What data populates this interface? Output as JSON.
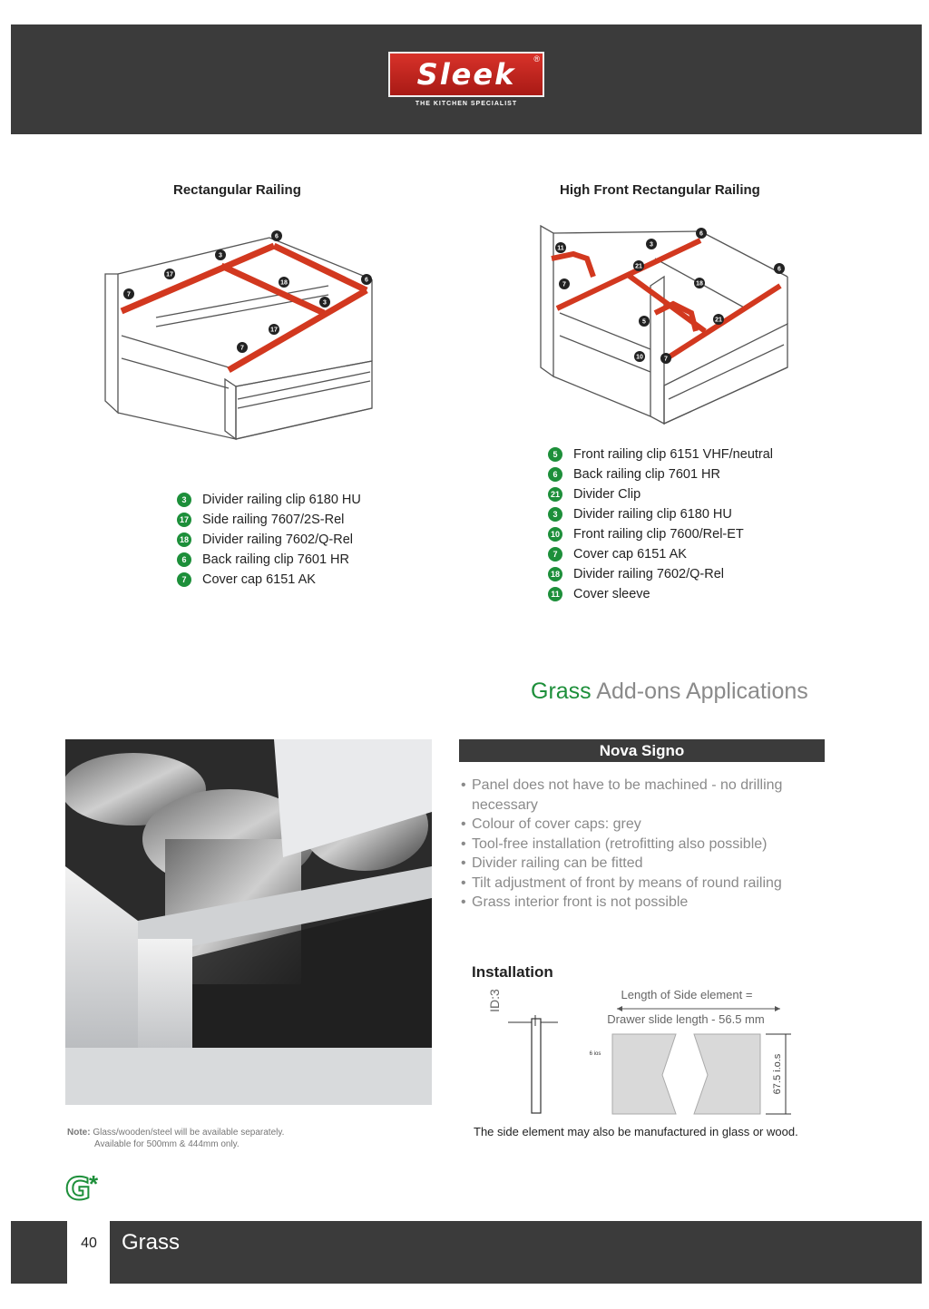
{
  "header": {
    "logo_text": "Sleek",
    "logo_registered": "®",
    "tagline": "THE KITCHEN SPECIALIST"
  },
  "left_section": {
    "title": "Rectangular Railing",
    "legend": [
      {
        "num": "3",
        "label": "Divider railing clip 6180 HU"
      },
      {
        "num": "17",
        "label": "Side railing 7607/2S-Rel"
      },
      {
        "num": "18",
        "label": "Divider railing 7602/Q-Rel"
      },
      {
        "num": "6",
        "label": "Back railing clip 7601 HR"
      },
      {
        "num": "7",
        "label": "Cover cap 6151 AK"
      }
    ]
  },
  "right_section": {
    "title": "High Front Rectangular Railing",
    "legend": [
      {
        "num": "5",
        "label": "Front railing clip 6151 VHF/neutral"
      },
      {
        "num": "6",
        "label": "Back railing clip 7601 HR"
      },
      {
        "num": "21",
        "label": "Divider Clip"
      },
      {
        "num": "3",
        "label": "Divider railing clip 6180 HU"
      },
      {
        "num": "10",
        "label": "Front railing clip 7600/Rel-ET"
      },
      {
        "num": "7",
        "label": "Cover cap 6151 AK"
      },
      {
        "num": "18",
        "label": "Divider railing 7602/Q-Rel"
      },
      {
        "num": "11",
        "label": "Cover sleeve"
      }
    ]
  },
  "grass_heading": {
    "part1": "Grass",
    "part2": "Add-ons Applications"
  },
  "nova": {
    "title": "Nova Signo",
    "bullets": [
      "Panel does not have to be machined - no drilling necessary",
      "Colour of cover caps: grey",
      "Tool-free installation (retrofitting also possible)",
      "Divider railing can be fitted",
      "Tilt adjustment of front by means of round railing",
      "Grass interior front is not possible"
    ],
    "installation_title": "Installation",
    "dim_length_line1": "Length of Side element =",
    "dim_length_line2": "Drawer slide length - 56.5 mm",
    "dim_height": "67.5 i.o.s",
    "dim_thickness": "6 ios",
    "dim_side": "ID:3",
    "caption": "The side element may also be manufactured in glass or wood."
  },
  "note": {
    "label": "Note:",
    "line1": "Glass/wooden/steel will be available separately.",
    "line2": "Available for 500mm & 444mm only."
  },
  "footer": {
    "page_number": "40",
    "brand": "Grass",
    "logo_letter": "G",
    "logo_star": "*"
  },
  "colors": {
    "band": "#3b3b3b",
    "accent_green": "#1d8f3a",
    "rail_red": "#d2381f",
    "logo_red": "#c8261f"
  }
}
